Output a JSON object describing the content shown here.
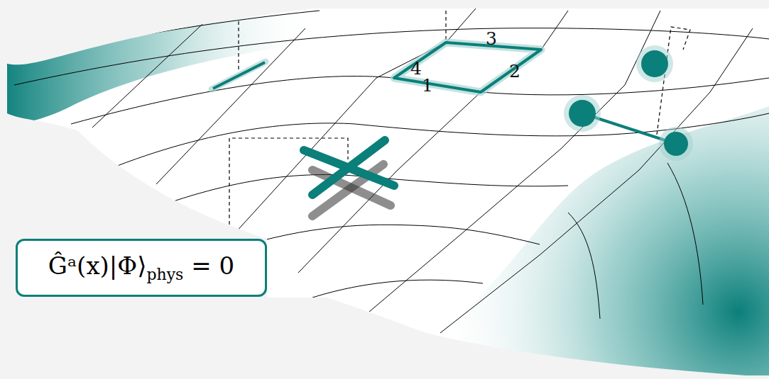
{
  "diagram": {
    "nodes": [
      {
        "text": [
          "Ĝᵃ(x)|Φ⟩phys = 0"
        ]
      }
    ],
    "labels": [
      "4",
      "3",
      "2",
      "1"
    ]
  }
}
